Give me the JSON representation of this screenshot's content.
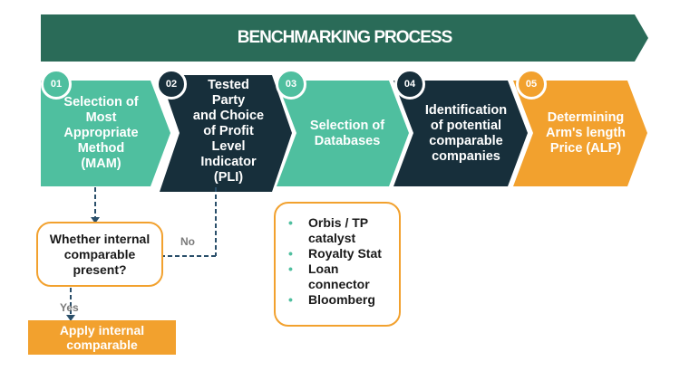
{
  "title": "BENCHMARKING PROCESS",
  "colors": {
    "banner": "#2a6b58",
    "teal": "#4fbf9f",
    "navy": "#172f3b",
    "orange": "#f2a12e"
  },
  "steps": [
    {
      "number": "01",
      "lines": [
        "Selection of",
        "Most",
        "Appropriate",
        "Method",
        "(MAM)"
      ]
    },
    {
      "number": "02",
      "lines": [
        "Tested",
        "Party",
        "and Choice",
        "of Profit",
        "Level",
        "Indicator",
        "(PLI)"
      ]
    },
    {
      "number": "03",
      "lines": [
        "Selection of",
        "Databases"
      ]
    },
    {
      "number": "04",
      "lines": [
        "Identification",
        "of potential",
        "comparable",
        "companies"
      ]
    },
    {
      "number": "05",
      "lines": [
        "Determining",
        "Arm's length",
        "Price (ALP)"
      ]
    }
  ],
  "decision": {
    "lines": [
      "Whether internal",
      "comparable",
      "present?"
    ]
  },
  "labels": {
    "no": "No",
    "yes": "Yes"
  },
  "apply_box": {
    "lines": [
      "Apply internal",
      "comparable"
    ]
  },
  "databases": [
    {
      "lines": [
        "Orbis / TP",
        "catalyst"
      ]
    },
    {
      "lines": [
        "Royalty Stat"
      ]
    },
    {
      "lines": [
        "Loan",
        "connector"
      ]
    },
    {
      "lines": [
        "Bloomberg"
      ]
    }
  ]
}
